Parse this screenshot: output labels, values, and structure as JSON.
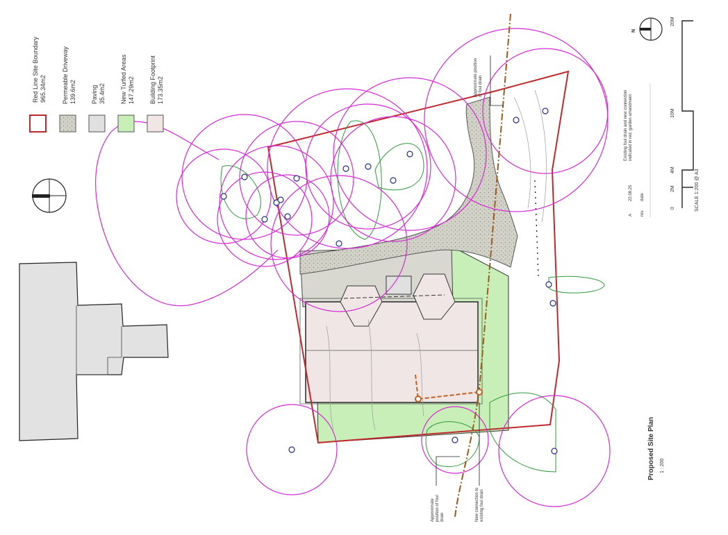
{
  "legend": [
    {
      "label": "Red Line Site Boundary",
      "value": "965.34m2",
      "fill": "#ffffff",
      "stroke": "#c0282b"
    },
    {
      "label": "Permeable Driveway",
      "value": "139.6m2",
      "fill": "#cfcfc4",
      "stroke": "#555555"
    },
    {
      "label": "Paving",
      "value": "35.4m2",
      "fill": "#e0e0e0",
      "stroke": "#555555"
    },
    {
      "label": "New Turfed Areas",
      "value": "147.29m2",
      "fill": "#c9efb9",
      "stroke": "#555555"
    },
    {
      "label": "Building Footprint",
      "value": "173.35m2",
      "fill": "#f1e6e6",
      "stroke": "#555555"
    }
  ],
  "annotations": {
    "foul_drain_top": "Approximate position of foul drain",
    "foul_drain_bottom": "Approximate position of foul drain",
    "new_connection": "New connection to existing foul drain"
  },
  "revision": {
    "rev": "A",
    "date": "22.08.25",
    "description": "Existing foul drain and new connection indicated in red. garden amendment",
    "rev_header": "rev.",
    "date_header": "date"
  },
  "scale_bar": {
    "ticks": [
      "0",
      "2M",
      "4M",
      "10M",
      "20M"
    ],
    "caption": "SCALE 1:200 @ A3"
  },
  "title": {
    "main": "Proposed Site Plan",
    "scale": "1 : 200"
  },
  "north": {
    "label": "N"
  },
  "colors": {
    "boundary": "#c0282b",
    "tree_canopy": "#d62ad6",
    "turf": "#c9efb9",
    "building": "#f1e6e6",
    "driveway": "#cfcfc4",
    "paving": "#e0e0e0",
    "drain": "#9a5a1c",
    "hedge": "#2e9a3a"
  }
}
